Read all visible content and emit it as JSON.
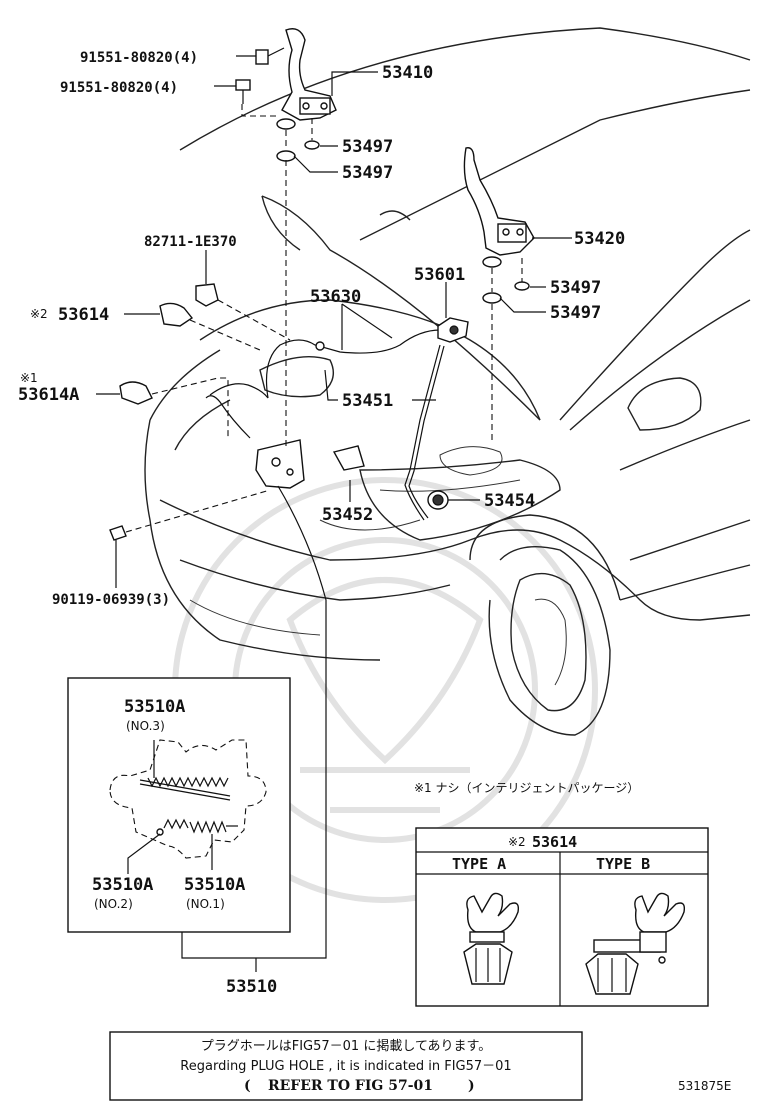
{
  "part_labels": {
    "p91551_a": "91551-80820(4)",
    "p91551_b": "91551-80820(4)",
    "p53410": "53410",
    "p53497_a": "53497",
    "p53497_b": "53497",
    "p53420": "53420",
    "p53497_c": "53497",
    "p53497_d": "53497",
    "p82711": "82711-1E370",
    "p53601": "53601",
    "p53630": "53630",
    "p53614": "53614",
    "p53614_mark": "※2",
    "p53614A_mark": "※1",
    "p53614A": "53614A",
    "p53451": "53451",
    "p53452": "53452",
    "p53454": "53454",
    "p90119": "90119-06939(3)"
  },
  "inset_spring": {
    "no3_label": "53510A",
    "no3_sub": "(NO.3)",
    "no2_label": "53510A",
    "no2_sub": "(NO.2)",
    "no1_label": "53510A",
    "no1_sub": "(NO.1)",
    "assembly_label": "53510"
  },
  "note1": "※1 ナシ（インテリジェントパッケージ）",
  "type_box": {
    "title_mark": "※2",
    "title_part": "53614",
    "type_a": "TYPE A",
    "type_b": "TYPE B"
  },
  "footer": {
    "line1": "プラグホールはFIG57－01 に掲載してあります。",
    "line2": "Regarding PLUG HOLE , it is indicated in FIG57－01",
    "line3_open": "(",
    "line3_text": "REFER TO FIG 57-01",
    "line3_close": ")"
  },
  "figure_id": "531875E"
}
